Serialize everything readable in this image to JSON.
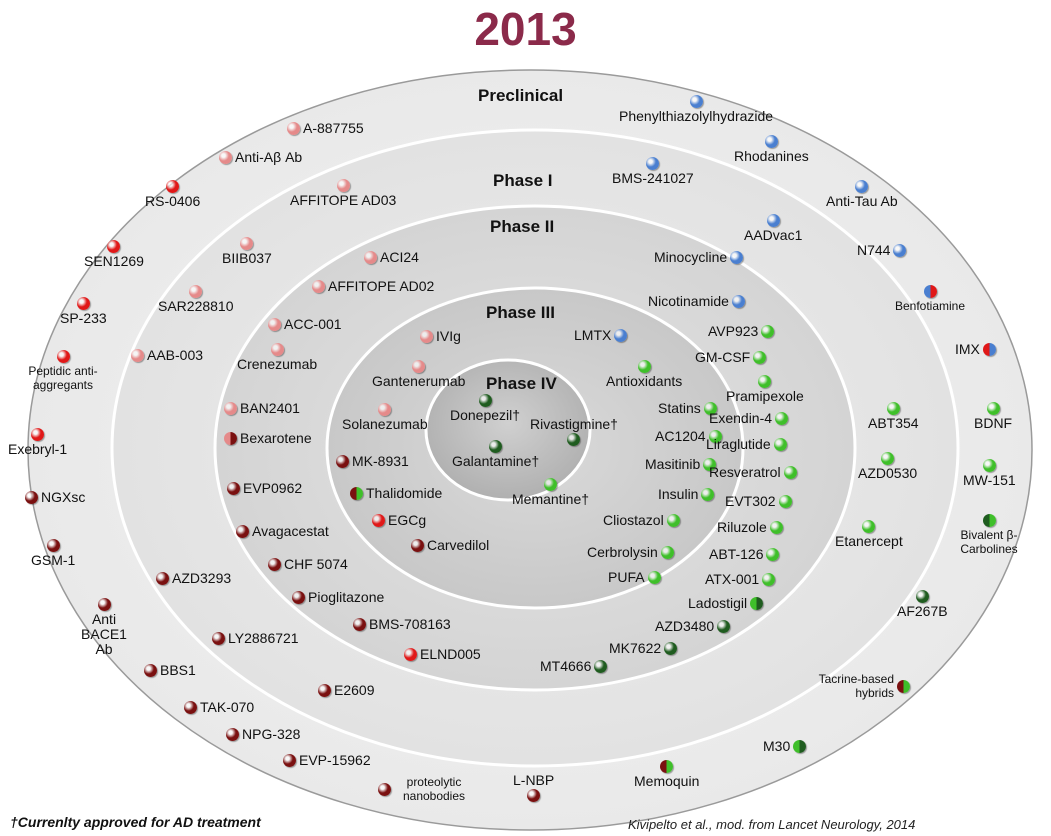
{
  "year": "2013",
  "phases": {
    "preclinical": "Preclinical",
    "phase1": "Phase I",
    "phase2": "Phase II",
    "phase3": "Phase III",
    "phase4": "Phase IV"
  },
  "colors": {
    "pink": "#e58a8a",
    "red": "#e01818",
    "darkred": "#7a1010",
    "blue": "#4a7fd0",
    "green": "#3fbf2a",
    "darkgreen": "#1f5c1f",
    "title": "#8b2a4a"
  },
  "legend_marker_names": [
    "pink-dot-icon",
    "red-dot-icon",
    "darkred-dot-icon",
    "blue-dot-icon",
    "green-dot-icon",
    "darkgreen-dot-icon",
    "split-dot-icon"
  ],
  "drugs": [
    {
      "label": "A-887755",
      "color": "pink"
    },
    {
      "label": "Anti-Aβ Ab",
      "color": "pink"
    },
    {
      "label": "RS-0406",
      "color": "red"
    },
    {
      "label": "AFFITOPE AD03",
      "color": "pink"
    },
    {
      "label": "SEN1269",
      "color": "red"
    },
    {
      "label": "BIIB037",
      "color": "pink"
    },
    {
      "label": "SP-233",
      "color": "red"
    },
    {
      "label": "SAR228810",
      "color": "pink"
    },
    {
      "label": "Peptidic anti-aggregants",
      "color": "red"
    },
    {
      "label": "AAB-003",
      "color": "pink"
    },
    {
      "label": "Exebryl-1",
      "color": "red"
    },
    {
      "label": "NGXsc",
      "color": "darkred"
    },
    {
      "label": "GSM-1",
      "color": "darkred"
    },
    {
      "label": "Anti BACE1 Ab",
      "color": "darkred"
    },
    {
      "label": "AZD3293",
      "color": "darkred"
    },
    {
      "label": "LY2886721",
      "color": "darkred"
    },
    {
      "label": "BBS1",
      "color": "darkred"
    },
    {
      "label": "TAK-070",
      "color": "darkred"
    },
    {
      "label": "NPG-328",
      "color": "darkred"
    },
    {
      "label": "EVP-15962",
      "color": "darkred"
    },
    {
      "label": "proteolytic nanobodies",
      "color": "darkred"
    },
    {
      "label": "L-NBP",
      "color": "darkred"
    },
    {
      "label": "E2609",
      "color": "darkred"
    },
    {
      "label": "ACI24",
      "color": "pink"
    },
    {
      "label": "AFFITOPE AD02",
      "color": "pink"
    },
    {
      "label": "ACC-001",
      "color": "pink"
    },
    {
      "label": "Crenezumab",
      "color": "pink"
    },
    {
      "label": "BAN2401",
      "color": "pink"
    },
    {
      "label": "Bexarotene",
      "color": "split-pink-darkred"
    },
    {
      "label": "EVP0962",
      "color": "darkred"
    },
    {
      "label": "Avagacestat",
      "color": "darkred"
    },
    {
      "label": "CHF 5074",
      "color": "darkred"
    },
    {
      "label": "Pioglitazone",
      "color": "darkred"
    },
    {
      "label": "BMS-708163",
      "color": "darkred"
    },
    {
      "label": "ELND005",
      "color": "red"
    },
    {
      "label": "IVIg",
      "color": "pink"
    },
    {
      "label": "Gantenerumab",
      "color": "pink"
    },
    {
      "label": "Solanezumab",
      "color": "pink"
    },
    {
      "label": "MK-8931",
      "color": "darkred"
    },
    {
      "label": "Thalidomide",
      "color": "split-darkred-green"
    },
    {
      "label": "EGCg",
      "color": "red"
    },
    {
      "label": "Carvedilol",
      "color": "darkred"
    },
    {
      "label": "Donepezil†",
      "color": "darkgreen"
    },
    {
      "label": "Rivastigmine†",
      "color": "darkgreen"
    },
    {
      "label": "Galantamine†",
      "color": "darkgreen"
    },
    {
      "label": "Memantine†",
      "color": "green"
    },
    {
      "label": "LMTX",
      "color": "blue"
    },
    {
      "label": "Antioxidants",
      "color": "green"
    },
    {
      "label": "Statins",
      "color": "green"
    },
    {
      "label": "AC1204",
      "color": "green"
    },
    {
      "label": "Masitinib",
      "color": "green"
    },
    {
      "label": "Insulin",
      "color": "green"
    },
    {
      "label": "Cliostazol",
      "color": "green"
    },
    {
      "label": "Cerbrolysin",
      "color": "green"
    },
    {
      "label": "PUFA",
      "color": "green"
    },
    {
      "label": "Phenylthiazolylhydrazide",
      "color": "blue"
    },
    {
      "label": "Rhodanines",
      "color": "blue"
    },
    {
      "label": "BMS-241027",
      "color": "blue"
    },
    {
      "label": "Anti-Tau Ab",
      "color": "blue"
    },
    {
      "label": "AADvac1",
      "color": "blue"
    },
    {
      "label": "N744",
      "color": "blue"
    },
    {
      "label": "Minocycline",
      "color": "blue"
    },
    {
      "label": "Benfotiamine",
      "color": "split-blue-red"
    },
    {
      "label": "Nicotinamide",
      "color": "blue"
    },
    {
      "label": "IMX",
      "color": "split-red-blue"
    },
    {
      "label": "AVP923",
      "color": "green"
    },
    {
      "label": "GM-CSF",
      "color": "green"
    },
    {
      "label": "Pramipexole",
      "color": "green"
    },
    {
      "label": "Exendin-4",
      "color": "green"
    },
    {
      "label": "Liraglutide",
      "color": "green"
    },
    {
      "label": "Resveratrol",
      "color": "green"
    },
    {
      "label": "EVT302",
      "color": "green"
    },
    {
      "label": "Riluzole",
      "color": "green"
    },
    {
      "label": "ABT-126",
      "color": "green"
    },
    {
      "label": "ATX-001",
      "color": "green"
    },
    {
      "label": "Ladostigil",
      "color": "split-green-darkgreen"
    },
    {
      "label": "AZD3480",
      "color": "darkgreen"
    },
    {
      "label": "MK7622",
      "color": "darkgreen"
    },
    {
      "label": "MT4666",
      "color": "darkgreen"
    },
    {
      "label": "ABT354",
      "color": "green"
    },
    {
      "label": "BDNF",
      "color": "green"
    },
    {
      "label": "AZD0530",
      "color": "green"
    },
    {
      "label": "MW-151",
      "color": "green"
    },
    {
      "label": "Etanercept",
      "color": "green"
    },
    {
      "label": "Bivalent β-Carbolines",
      "color": "split-darkgreen-green"
    },
    {
      "label": "AF267B",
      "color": "darkgreen"
    },
    {
      "label": "Tacrine-based hybrids",
      "color": "split-darkred-green"
    },
    {
      "label": "M30",
      "color": "split-green-darkgreen"
    },
    {
      "label": "Memoquin",
      "color": "split-darkred-green"
    }
  ],
  "footnote": "†Currenlty approved for AD treatment",
  "citation": "Kivipelto et al., mod. from Lancet Neurology, 2014"
}
